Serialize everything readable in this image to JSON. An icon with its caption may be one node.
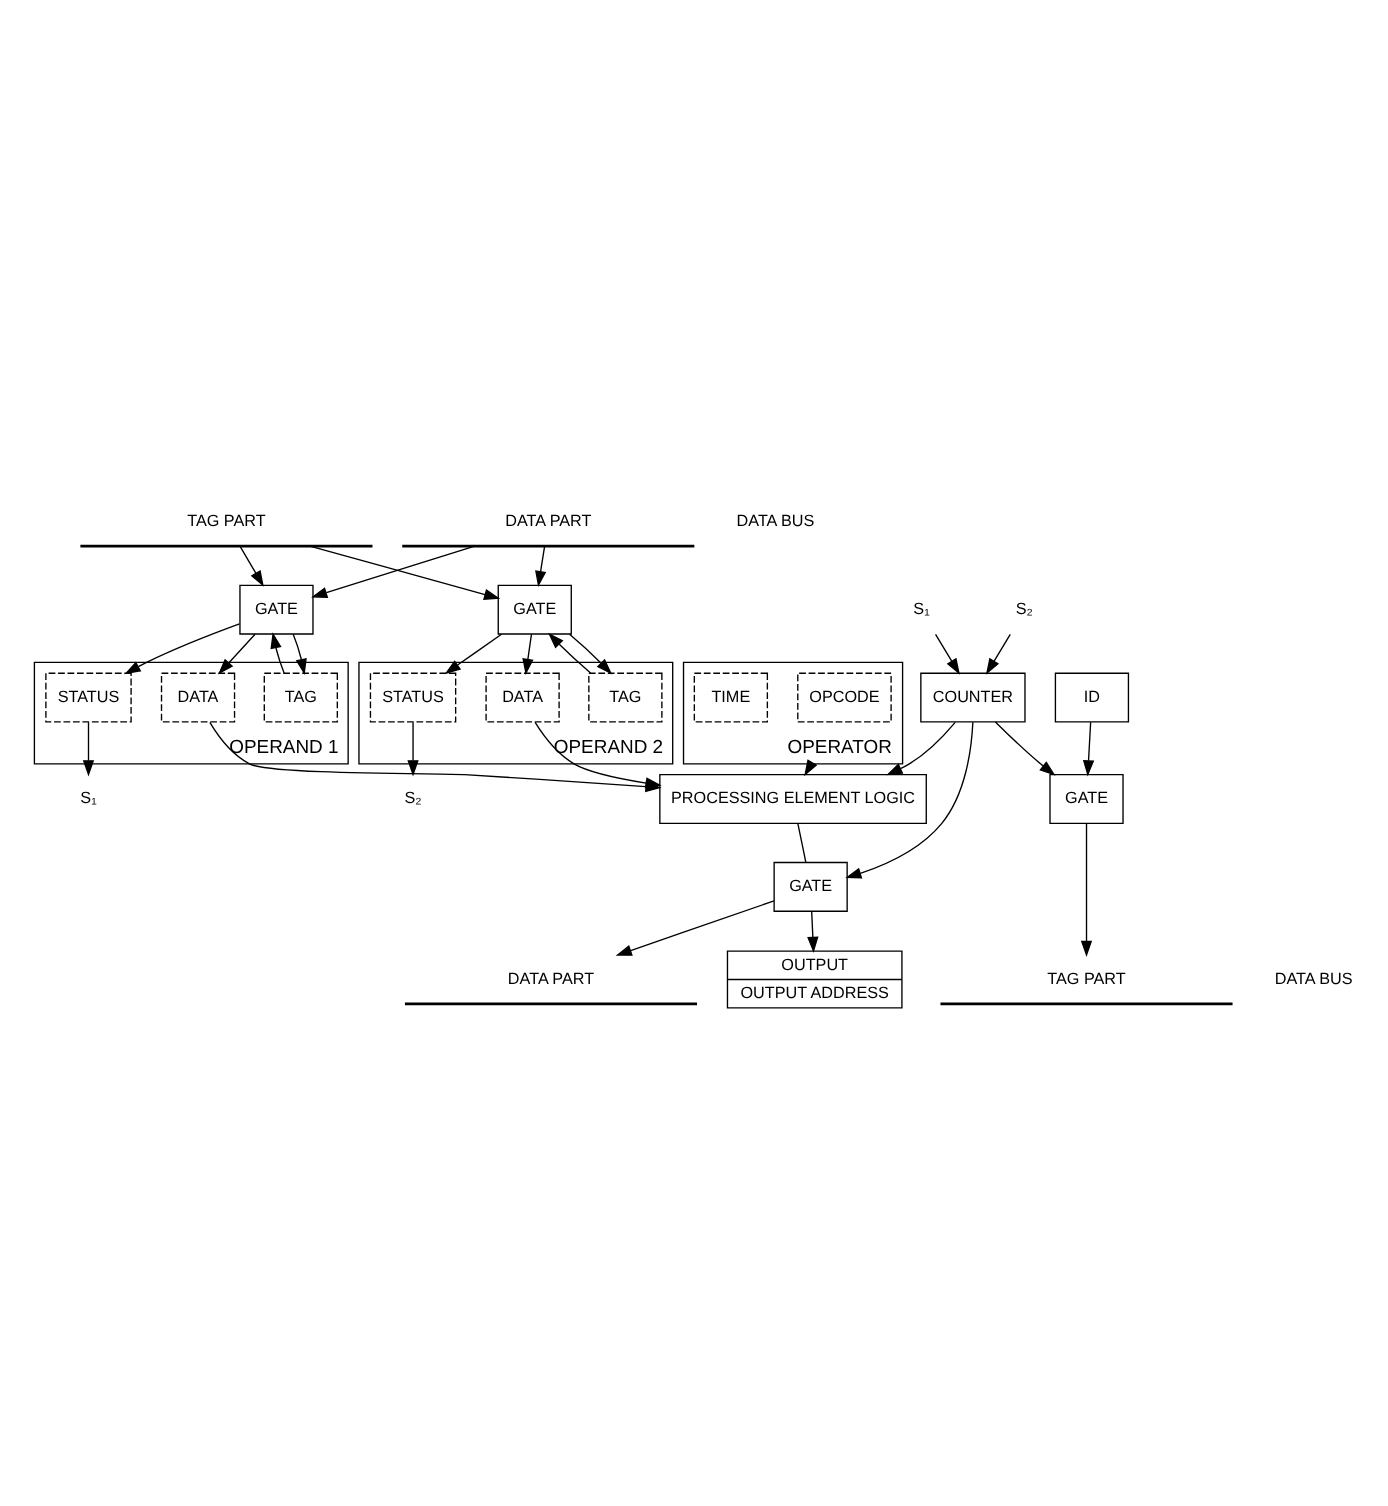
{
  "diagram": {
    "nodes": [
      {
        "text": [
          "TAG PART"
        ]
      },
      {
        "text": [
          "DATA PART"
        ]
      },
      {
        "text": [
          "GATE"
        ]
      },
      {
        "text": [
          "OPERAND 1"
        ]
      },
      {
        "text": [
          "TAG"
        ],
        "in": 3
      },
      {
        "text": [
          "DATA"
        ],
        "in": 3
      },
      {
        "text": [
          "STATUS"
        ],
        "in": 3
      },
      {
        "text": [
          "GATE"
        ]
      },
      {
        "text": [
          "OPERAND 2"
        ]
      },
      {
        "text": [
          "TAG"
        ],
        "in": 8
      },
      {
        "text": [
          "DATA"
        ],
        "in": 8
      },
      {
        "text": [
          "STATUS"
        ],
        "in": 8
      },
      {
        "text": [
          "S₁"
        ]
      },
      {
        "text": [
          "S₂"
        ]
      },
      {
        "text": [
          "PROCESSING ELEMENT LOGIC"
        ]
      },
      {
        "text": [
          "OPERATOR"
        ]
      },
      {
        "text": [
          "OPCODE"
        ],
        "in": 15
      },
      {
        "text": [
          "TIME"
        ],
        "in": 15
      },
      {
        "text": [
          "S₁"
        ]
      },
      {
        "text": [
          "S₂"
        ]
      },
      {
        "text": [
          "COUNTER"
        ]
      },
      {
        "text": [
          "ID"
        ]
      },
      {
        "text": [
          "GATE"
        ]
      },
      {
        "text": [
          "GATE"
        ]
      },
      {
        "text": [
          "OUTPUT",
          "OUTPUT ADDRESS"
        ]
      },
      {
        "text": [
          "TAG PART"
        ]
      },
      {
        "text": [
          "DATA PART"
        ]
      }
    ],
    "edges": [
      {
        "from": 0,
        "to": 2,
        "arrow": "to"
      },
      {
        "from": 1,
        "to": 2,
        "arrow": "to"
      },
      {
        "from": 4,
        "to": 2,
        "arrow": "to"
      },
      {
        "from": 2,
        "to": 4,
        "arrow": "to"
      },
      {
        "from": 2,
        "to": 5,
        "arrow": "to"
      },
      {
        "from": 2,
        "to": 6,
        "arrow": "to"
      },
      {
        "from": 0,
        "to": 7,
        "arrow": "to"
      },
      {
        "from": 1,
        "to": 7,
        "arrow": "to"
      },
      {
        "from": 9,
        "to": 7,
        "arrow": "to"
      },
      {
        "from": 7,
        "to": 9,
        "arrow": "to"
      },
      {
        "from": 7,
        "to": 10,
        "arrow": "to"
      },
      {
        "from": 7,
        "to": 11,
        "arrow": "to"
      },
      {
        "from": 6,
        "to": 12,
        "arrow": "to"
      },
      {
        "from": 11,
        "to": 13,
        "arrow": "to"
      },
      {
        "from": 5,
        "to": 14,
        "arrow": "to"
      },
      {
        "from": 10,
        "to": 14,
        "arrow": "to"
      },
      {
        "from": 15,
        "to": 14,
        "arrow": "to"
      },
      {
        "from": 20,
        "to": 14,
        "arrow": "to"
      },
      {
        "from": 18,
        "to": 20,
        "arrow": "to"
      },
      {
        "from": 19,
        "to": 20,
        "arrow": "to"
      },
      {
        "from": 21,
        "to": 22,
        "arrow": "to"
      },
      {
        "from": 20,
        "to": 22,
        "arrow": "to"
      },
      {
        "from": 20,
        "to": 23,
        "arrow": "to"
      },
      {
        "from": 14,
        "to": 23,
        "arrow": "none"
      },
      {
        "from": 23,
        "to": 24,
        "arrow": "to"
      },
      {
        "from": 22,
        "to": 25,
        "arrow": "to"
      },
      {
        "from": 23,
        "to": 26,
        "arrow": "to"
      }
    ],
    "labels": [
      "DATA BUS",
      "DATA BUS"
    ]
  }
}
